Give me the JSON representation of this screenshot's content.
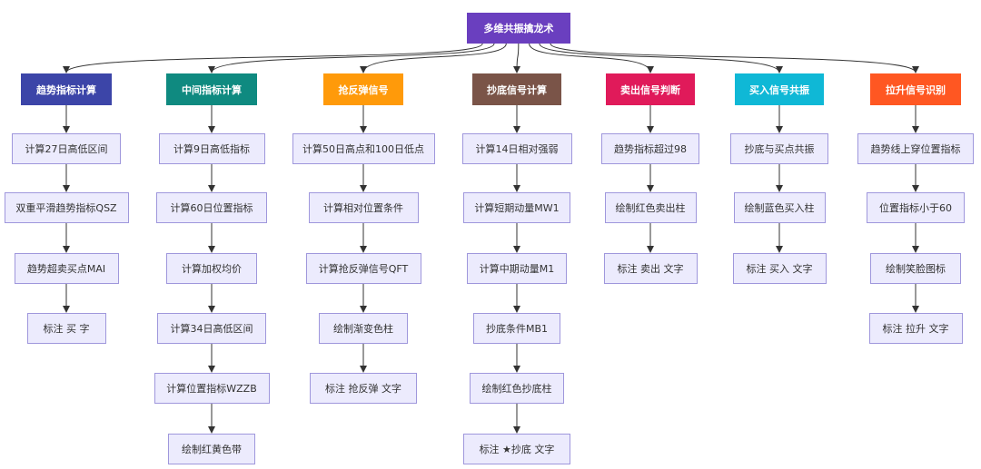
{
  "root": {
    "label": "多维共振擒龙术",
    "color": "#6a3fbf"
  },
  "columns": [
    {
      "id": "c1",
      "label": "趋势指标计算",
      "color": "#3c45a8",
      "items": [
        "计算27日高低区间",
        "双重平滑趋势指标QSZ",
        "趋势超卖买点MAI",
        "标注 买 字"
      ]
    },
    {
      "id": "c2",
      "label": "中间指标计算",
      "color": "#0f8a80",
      "items": [
        "计算9日高低指标",
        "计算60日位置指标",
        "计算加权均价",
        "计算34日高低区间",
        "计算位置指标WZZB",
        "绘制红黄色带"
      ]
    },
    {
      "id": "c3",
      "label": "抢反弹信号",
      "color": "#ff9a0a",
      "items": [
        "计算50日高点和100日低点",
        "计算相对位置条件",
        "计算抢反弹信号QFT",
        "绘制渐变色柱",
        "标注 抢反弹 文字"
      ]
    },
    {
      "id": "c4",
      "label": "抄底信号计算",
      "color": "#7a5448",
      "items": [
        "计算14日相对强弱",
        "计算短期动量MW1",
        "计算中期动量M1",
        "抄底条件MB1",
        "绘制红色抄底柱",
        "标注 ★抄底 文字"
      ]
    },
    {
      "id": "c5",
      "label": "卖出信号判断",
      "color": "#e01a5a",
      "items": [
        "趋势指标超过98",
        "绘制红色卖出柱",
        "标注 卖出 文字"
      ]
    },
    {
      "id": "c6",
      "label": "买入信号共振",
      "color": "#0fb8d6",
      "items": [
        "抄底与买点共振",
        "绘制蓝色买入柱",
        "标注 买入 文字"
      ]
    },
    {
      "id": "c7",
      "label": "拉升信号识别",
      "color": "#ff5722",
      "items": [
        "趋势线上穿位置指标",
        "位置指标小于60",
        "绘制笑脸图标",
        "标注 拉升 文字"
      ]
    }
  ]
}
